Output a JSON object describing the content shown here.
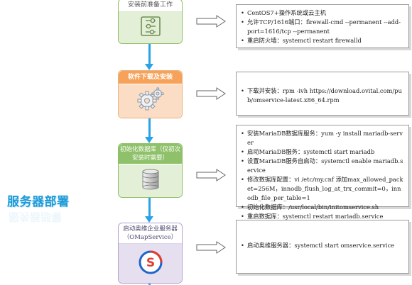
{
  "watermark": {
    "text": "服务器部署"
  },
  "stages": [
    {
      "title": "安装前准备工作",
      "icon": "settings-sliders-icon",
      "color": "#8fbf64"
    },
    {
      "title": "软件下载及安装",
      "icon": "gears-icon",
      "color": "#f7a25a"
    },
    {
      "title_line1": "初始化数据库（仅初次",
      "title_line2": "安装时需要）",
      "icon": "database-icon",
      "color": "#8fc16a"
    },
    {
      "title_line1": "启动奥维企业服务器",
      "title_line2": "（OMapService）",
      "icon": "omap-logo-icon",
      "color": "#b4a3cf"
    }
  ],
  "panels": [
    {
      "items": [
        "CentOS7+操作系统或云主机",
        "允许TCP/1616端口：firewall-cmd --permanent --add-port=1616/tcp --permanent",
        "重启防火墙：systemctl restart firewalld"
      ]
    },
    {
      "items": [
        "下载并安装：rpm -ivh https://download.ovital.com/pub/omservice-latest.x86_64.rpm"
      ]
    },
    {
      "items": [
        "安装MariaDB数据库服务：yum -y install mariadb-server",
        "启动MariaDB服务：systemctl start mariadb",
        "设置MariaDB服务自启动：systemctl enable mariadb.service",
        "修改数据库配置：vi /etc/my.cnf      添加max_allowed_packet=256M，innodb_flush_log_at_trx_commit=0，innodb_file_per_table=1",
        "初始化数据库：/usr/local/bin/initomservice.sh",
        "重启数据库：systemctl restart mariadb.service"
      ]
    },
    {
      "items": [
        "启动奥维服务器：systemctl start omservice.service"
      ]
    }
  ]
}
